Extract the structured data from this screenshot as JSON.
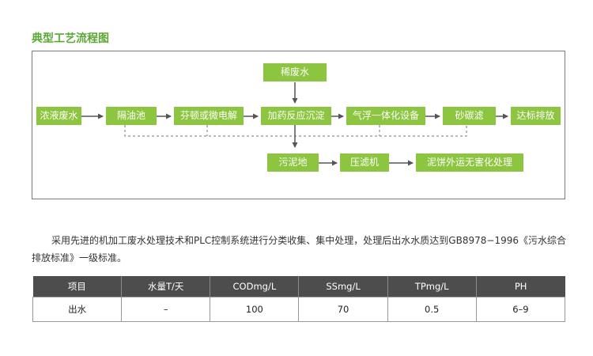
{
  "title": "典型工艺流程图",
  "flow": {
    "top": "稀废水",
    "main": [
      "浓液废水",
      "隔油池",
      "芬顿或微电解",
      "加药反应沉淀",
      "气浮一体化设备",
      "砂碳滤",
      "达标排放"
    ],
    "sludge": [
      "污泥地",
      "压滤机",
      "泥饼外运无害化处理"
    ]
  },
  "description": "采用先进的机加工废水处理技术和PLC控制系统进行分类收集、集中处理，处理后出水水质达到GB8978−1996《污水综合排放标准》一级标准。",
  "table": {
    "headers": [
      "项目",
      "水量T/天",
      "CODmg/L",
      "SSmg/L",
      "TPmg/L",
      "PH"
    ],
    "rows": [
      [
        "出水",
        "–",
        "100",
        "70",
        "0.5",
        "6–9"
      ]
    ]
  },
  "colors": {
    "title": "#5aa832",
    "node": "#8cc63f",
    "header": "#4d4d4d"
  }
}
